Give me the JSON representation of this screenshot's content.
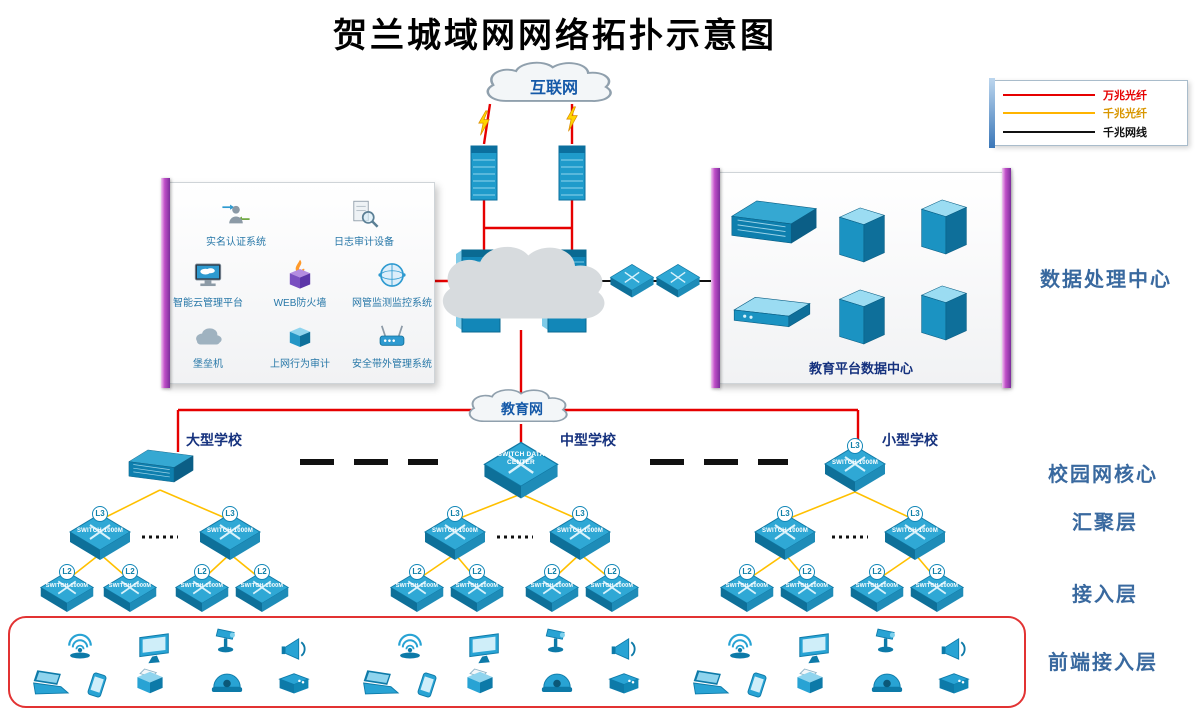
{
  "title": "贺兰城域网网络拓扑示意图",
  "legend": {
    "items": [
      {
        "label": "万兆光纤",
        "color": "#e60000"
      },
      {
        "label": "千兆光纤",
        "color": "#ffb400"
      },
      {
        "label": "千兆网线",
        "color": "#111111"
      }
    ]
  },
  "clouds": {
    "internet": "互联网",
    "education": "教育网"
  },
  "security_panel": {
    "items": [
      {
        "label": "实名认证系统",
        "icon": "id-auth-icon"
      },
      {
        "label": "日志审计设备",
        "icon": "log-audit-icon"
      },
      {
        "label": "智能云管理平台",
        "icon": "cloud-mgmt-icon"
      },
      {
        "label": "WEB防火墙",
        "icon": "web-firewall-icon"
      },
      {
        "label": "网管监测监控系统",
        "icon": "net-monitor-icon"
      },
      {
        "label": "堡垒机",
        "icon": "bastion-icon"
      },
      {
        "label": "上网行为审计",
        "icon": "behavior-audit-icon"
      },
      {
        "label": "安全带外管理系统",
        "icon": "oob-mgmt-icon"
      }
    ]
  },
  "data_center": {
    "label": "教育平台数据中心"
  },
  "layer_labels": {
    "data_center": "数据处理中心",
    "campus_core": "校园网核心",
    "aggregation": "汇聚层",
    "access": "接入层",
    "frontend": "前端接入层"
  },
  "schools": [
    {
      "name": "大型学校"
    },
    {
      "name": "中型学校"
    },
    {
      "name": "小型学校"
    }
  ],
  "sw": {
    "l3": "L3",
    "l2": "L2",
    "m1000": "SWITCH 1000M",
    "sdc": "SWITCH DATA CENTER"
  }
}
